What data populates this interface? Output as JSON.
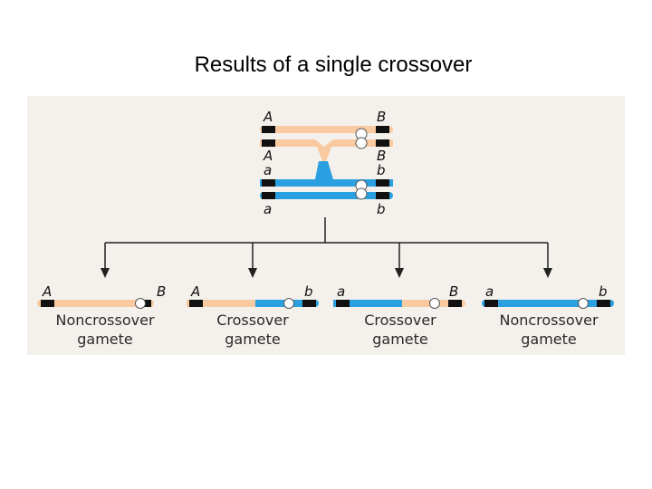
{
  "slide": {
    "title": "Results of a single crossover"
  },
  "colors": {
    "parent_chromosome": "#f9c9a0",
    "other_parent_chromosome": "#2aa0e0",
    "gene_marker": "#111111",
    "background_panel": "#f4f1ec"
  },
  "meiosis": {
    "top_pair_alleles": [
      "A",
      "B",
      "A",
      "B"
    ],
    "bottom_pair_alleles": [
      "a",
      "b",
      "a",
      "b"
    ]
  },
  "gametes": [
    {
      "left_allele": "A",
      "right_allele": "B",
      "label_line1": "Noncrossover",
      "label_line2": "gamete"
    },
    {
      "left_allele": "A",
      "right_allele": "b",
      "label_line1": "Crossover",
      "label_line2": "gamete"
    },
    {
      "left_allele": "a",
      "right_allele": "B",
      "label_line1": "Crossover",
      "label_line2": "gamete"
    },
    {
      "left_allele": "a",
      "right_allele": "b",
      "label_line1": "Noncrossover",
      "label_line2": "gamete"
    }
  ]
}
